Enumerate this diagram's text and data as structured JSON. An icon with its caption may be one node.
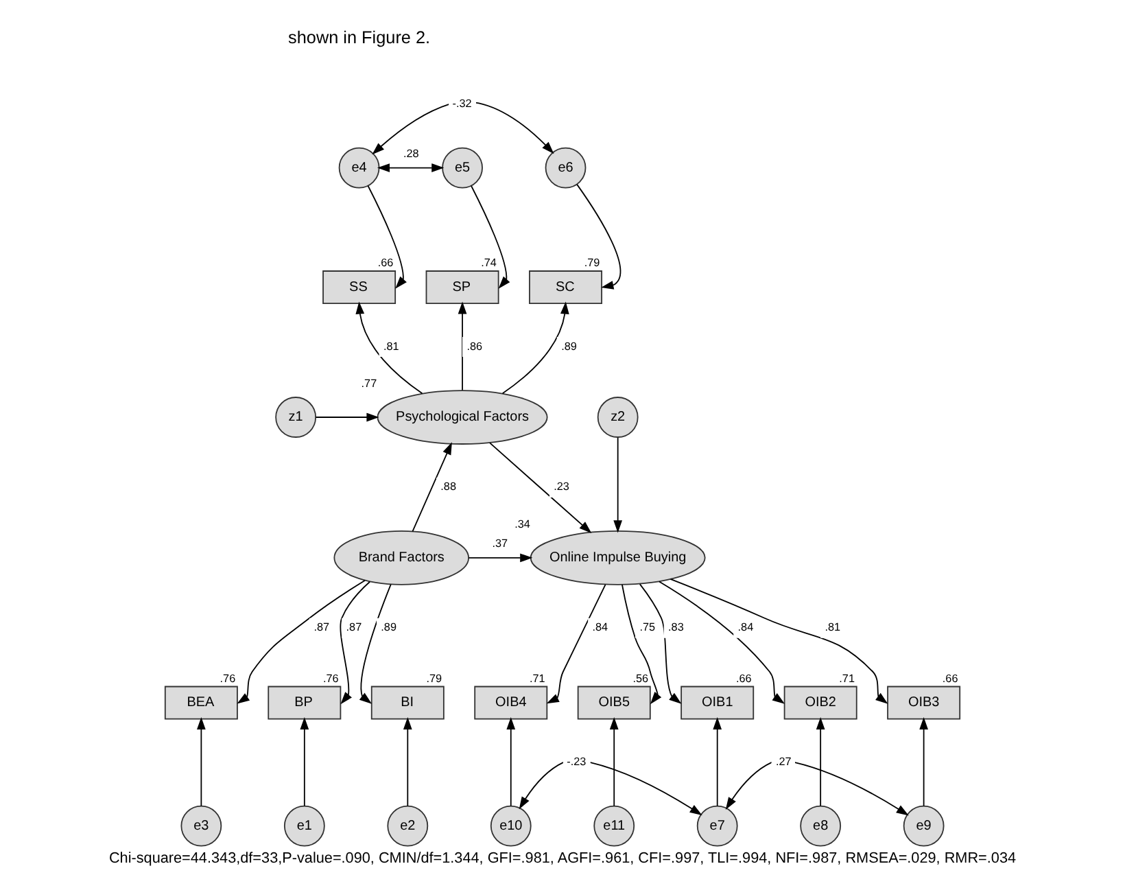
{
  "diagram": {
    "caption": "Chi-square=44.343,df=33,P-value=.090, CMIN/df=1.344, GFI=.981, AGFI=.961, CFI=.997, TLI=.994, NFI=.987, RMSEA=.029, RMR=.034",
    "nodes": [
      {
        "text": [
          "e4"
        ]
      },
      {
        "text": [
          "e5"
        ]
      },
      {
        "text": [
          "e6"
        ]
      },
      {
        "text": [
          "SS"
        ],
        "beside": [
          ".66"
        ]
      },
      {
        "text": [
          "SP"
        ],
        "beside": [
          ".74"
        ]
      },
      {
        "text": [
          "SC"
        ],
        "beside": [
          ".79"
        ]
      },
      {
        "text": [
          "z1"
        ]
      },
      {
        "text": [
          "Psychological Factors"
        ],
        "beside": [
          ".77"
        ]
      },
      {
        "text": [
          "z2"
        ]
      },
      {
        "text": [
          "e1"
        ]
      },
      {
        "text": [
          "BP"
        ],
        "beside": [
          ".76"
        ]
      },
      {
        "text": [
          "e2"
        ]
      },
      {
        "text": [
          "BI"
        ],
        "beside": [
          ".79"
        ]
      },
      {
        "text": [
          "e3"
        ]
      },
      {
        "text": [
          "BEA"
        ],
        "beside": [
          ".76"
        ]
      },
      {
        "text": [
          "Brand Factors"
        ]
      },
      {
        "text": [
          "Online Impulse Buying"
        ],
        "beside": [
          ".34"
        ]
      },
      {
        "text": [
          "OIB1"
        ],
        "beside": [
          ".66"
        ]
      },
      {
        "text": [
          "OIB2"
        ],
        "beside": [
          ".71"
        ]
      },
      {
        "text": [
          "OIB3"
        ],
        "beside": [
          ".66"
        ]
      },
      {
        "text": [
          "OIB4"
        ],
        "beside": [
          ".71"
        ]
      },
      {
        "text": [
          "OIB5"
        ],
        "beside": [
          ".56"
        ]
      },
      {
        "text": [
          "e7"
        ]
      },
      {
        "text": [
          "e8"
        ]
      },
      {
        "text": [
          "e9"
        ]
      },
      {
        "text": [
          "e10"
        ]
      },
      {
        "text": [
          "e11"
        ]
      }
    ],
    "edges": [
      {
        "from": 0,
        "to": 1,
        "arrow": "both",
        "label": ".28"
      },
      {
        "from": 0,
        "to": 2,
        "arrow": "both",
        "label": "-.32"
      },
      {
        "from": 0,
        "to": 3,
        "arrow": "to"
      },
      {
        "from": 1,
        "to": 4,
        "arrow": "to"
      },
      {
        "from": 2,
        "to": 5,
        "arrow": "to"
      },
      {
        "from": 7,
        "to": 3,
        "arrow": "to",
        "label": ".81"
      },
      {
        "from": 7,
        "to": 4,
        "arrow": "to",
        "label": ".86"
      },
      {
        "from": 7,
        "to": 5,
        "arrow": "to",
        "label": ".89"
      },
      {
        "from": 6,
        "to": 7,
        "arrow": "to"
      },
      {
        "from": 15,
        "to": 7,
        "arrow": "to",
        "label": ".88"
      },
      {
        "from": 7,
        "to": 16,
        "arrow": "to",
        "label": ".23"
      },
      {
        "from": 8,
        "to": 16,
        "arrow": "to"
      },
      {
        "from": 15,
        "to": 16,
        "arrow": "to",
        "label": ".37"
      },
      {
        "from": 15,
        "to": 10,
        "arrow": "to",
        "label": ".87"
      },
      {
        "from": 15,
        "to": 12,
        "arrow": "to",
        "label": ".89"
      },
      {
        "from": 15,
        "to": 14,
        "arrow": "to",
        "label": ".87"
      },
      {
        "from": 9,
        "to": 10,
        "arrow": "to"
      },
      {
        "from": 11,
        "to": 12,
        "arrow": "to"
      },
      {
        "from": 13,
        "to": 14,
        "arrow": "to"
      },
      {
        "from": 16,
        "to": 17,
        "arrow": "to",
        "label": ".83"
      },
      {
        "from": 16,
        "to": 18,
        "arrow": "to",
        "label": ".84"
      },
      {
        "from": 16,
        "to": 19,
        "arrow": "to",
        "label": ".81"
      },
      {
        "from": 16,
        "to": 20,
        "arrow": "to",
        "label": ".84"
      },
      {
        "from": 16,
        "to": 21,
        "arrow": "to",
        "label": ".75"
      },
      {
        "from": 22,
        "to": 17,
        "arrow": "to"
      },
      {
        "from": 23,
        "to": 18,
        "arrow": "to"
      },
      {
        "from": 24,
        "to": 19,
        "arrow": "to"
      },
      {
        "from": 25,
        "to": 20,
        "arrow": "to"
      },
      {
        "from": 26,
        "to": 21,
        "arrow": "to"
      },
      {
        "from": 22,
        "to": 24,
        "arrow": "both",
        "label": ".27"
      },
      {
        "from": 22,
        "to": 25,
        "arrow": "both",
        "label": "-.23"
      }
    ],
    "labels": [
      "shown in Figure 2."
    ]
  }
}
